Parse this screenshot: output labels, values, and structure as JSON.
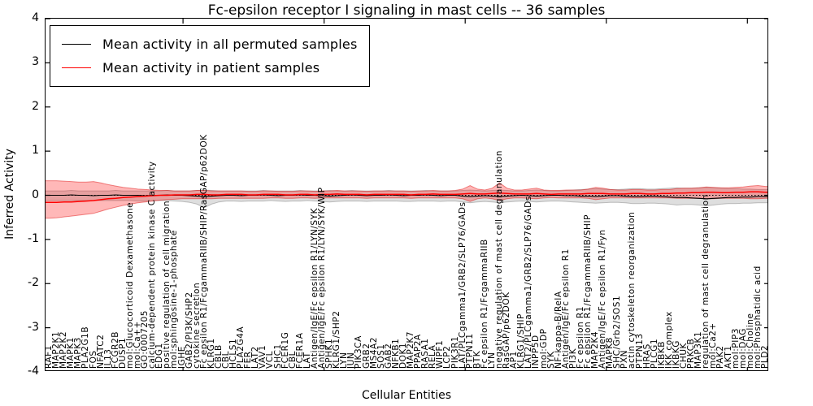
{
  "title": "Fc-epsilon receptor I signaling in mast cells -- 36 samples",
  "axes": {
    "ylabel": "Inferred Activity",
    "xlabel": "Cellular Entities",
    "yticks": [
      "4",
      "3",
      "2",
      "1",
      "0",
      "-1",
      "-2",
      "-3",
      "-4"
    ],
    "ylim": [
      -4,
      4
    ]
  },
  "legend": {
    "items": [
      {
        "label": "Mean activity in all permuted samples",
        "color": "#000000"
      },
      {
        "label": "Mean activity in patient samples",
        "color": "#ff0000"
      }
    ]
  },
  "colors": {
    "permuted_line": "#000000",
    "permuted_band": "rgba(0,0,0,0.13)",
    "permuted_band_edge": "rgba(0,0,0,0.22)",
    "patient_line": "#ff0000",
    "patient_band": "rgba(255,0,0,0.28)",
    "patient_band_edge": "rgba(220,0,0,0.45)",
    "zero_line": "#000000"
  },
  "chart_data": {
    "type": "line",
    "title": "Fc-epsilon receptor I signaling in mast cells -- 36 samples",
    "xlabel": "Cellular Entities",
    "ylabel": "Inferred Activity",
    "ylim": [
      -4,
      4
    ],
    "grid": false,
    "legend_position": "upper left",
    "zero_reference_line": true,
    "categories": [
      "RAF1",
      "MAP2K1",
      "MAP2K2",
      "MAPK1",
      "MAPK3",
      "PLA2G1B",
      "FOS",
      "NFATC2",
      "IL13",
      "FCGR2B",
      "DUSP1",
      "mol:Glucocorticoid Dexamethasone",
      "mol:Ca++",
      "GO:0007205",
      "calcium-dependent protein kinase C activity",
      "EDG1",
      "positive regulation of cell migration",
      "mol:sphingosine-1-phosphate",
      "IGHE",
      "GAB2/PI3K/SHP2",
      "cytokine secretion",
      "Fc epsilon R1/FcgammaRIIB/SHIP/RasGAP/p62DOK",
      "KLRG1",
      "CBLB",
      "CBL",
      "HCLS1",
      "PLA2G4A",
      "FER",
      "LAT2",
      "VAV1",
      "VCL",
      "SHC1",
      "FCER1G",
      "CBL",
      "FCER1A",
      "LAT",
      "Antigen/IgE/Fc epsilon R1/LYN/SYK",
      "Antigen/IgE/Fc epsilon R1/LYN/SYK/WIP",
      "SPHK1",
      "KLRG1/SHP2",
      "LYN",
      "JUN",
      "PIK3CA",
      "GRB2",
      "MS4A2",
      "SOS1",
      "GAB2",
      "NFKB1",
      "DOK1",
      "MAP2K7",
      "PPAP2A",
      "RASA1",
      "RELA",
      "WIPF1",
      "LCP2",
      "PIK3R1",
      "LAT/PLCgamma1/GRB2/SLP76/GADs",
      "PTPN11",
      "BTK",
      "Fc epsilon R1/FcgammaRIIB",
      "LYN",
      "negative regulation of mast cell degranulation",
      "RasGAP/p62DOK",
      "AP1",
      "KLRG1/SHIP",
      "LAT2/PLCgamma1/GRB2/SLP76/GADs",
      "INPP5D",
      "mol:GDP",
      "SYK",
      "NF-kappa-B/RelA",
      "Antigen/IgE/Fc epsilon R1",
      "PI3K",
      "Fc epsilon R1",
      "Fc epsilon R1/FcgammaRIIB/SHIP",
      "MAP2K4",
      "Antigen/IgE/Fc epsilon R1/Fyn",
      "MAPK8",
      "SHC/Grb2/SOS1",
      "PXN",
      "actin cytoskeleton reorganization",
      "PTPN13",
      "HRAS",
      "PLCG1",
      "IKBKB",
      "IKK complex",
      "IKBKG",
      "CHUK",
      "PRKCB",
      "MAP3K1",
      "regulation of mast cell degranulation",
      "mol:Ca2+",
      "PAK2",
      "AKT1",
      "mol:PIP3",
      "mol:DAG",
      "mol:Choline",
      "mol:Phosphatidic acid",
      "PLD2"
    ],
    "series": [
      {
        "name": "Mean activity in all permuted samples",
        "color": "#000000",
        "values": [
          0,
          0,
          0,
          0.01,
          0,
          0,
          -0.01,
          0,
          0,
          0.01,
          0,
          0,
          0,
          -0.01,
          0,
          0,
          0.01,
          0,
          0,
          -0.01,
          -0.02,
          -0.03,
          -0.02,
          -0.01,
          0,
          0,
          -0.01,
          0,
          0,
          0.01,
          0,
          -0.01,
          0,
          0,
          0.01,
          0,
          0,
          -0.01,
          -0.02,
          -0.01,
          0,
          0.01,
          0,
          -0.01,
          0,
          0,
          0.01,
          0,
          -0.01,
          0,
          0,
          0.01,
          0,
          -0.01,
          0,
          0,
          -0.02,
          -0.03,
          -0.02,
          -0.01,
          -0.02,
          -0.03,
          -0.02,
          -0.01,
          0,
          -0.01,
          -0.02,
          -0.01,
          0,
          0,
          -0.01,
          -0.01,
          -0.02,
          -0.02,
          -0.03,
          -0.02,
          -0.01,
          -0.01,
          -0.02,
          -0.03,
          -0.03,
          -0.02,
          -0.02,
          -0.03,
          -0.04,
          -0.05,
          -0.05,
          -0.06,
          -0.07,
          -0.08,
          -0.07,
          -0.06,
          -0.05,
          -0.05,
          -0.04,
          -0.04,
          -0.03,
          -0.03
        ],
        "band_upper": [
          0.1,
          0.1,
          0.1,
          0.11,
          0.1,
          0.1,
          0.1,
          0.1,
          0.1,
          0.11,
          0.1,
          0.1,
          0.1,
          0.1,
          0.1,
          0.1,
          0.11,
          0.1,
          0.1,
          0.1,
          0.11,
          0.12,
          0.11,
          0.1,
          0.1,
          0.1,
          0.1,
          0.1,
          0.1,
          0.11,
          0.1,
          0.1,
          0.1,
          0.1,
          0.11,
          0.1,
          0.1,
          0.1,
          0.11,
          0.1,
          0.1,
          0.11,
          0.1,
          0.1,
          0.1,
          0.1,
          0.11,
          0.1,
          0.1,
          0.1,
          0.1,
          0.11,
          0.1,
          0.1,
          0.1,
          0.1,
          0.11,
          0.12,
          0.11,
          0.1,
          0.11,
          0.12,
          0.11,
          0.1,
          0.1,
          0.11,
          0.12,
          0.11,
          0.1,
          0.1,
          0.11,
          0.12,
          0.13,
          0.14,
          0.15,
          0.14,
          0.13,
          0.13,
          0.14,
          0.15,
          0.15,
          0.14,
          0.14,
          0.15,
          0.16,
          0.17,
          0.16,
          0.16,
          0.17,
          0.18,
          0.17,
          0.16,
          0.15,
          0.15,
          0.14,
          0.14,
          0.13,
          0.13
        ],
        "band_lower": [
          -0.12,
          -0.12,
          -0.12,
          -0.12,
          -0.12,
          -0.12,
          -0.12,
          -0.12,
          -0.12,
          -0.12,
          -0.12,
          -0.12,
          -0.13,
          -0.13,
          -0.12,
          -0.12,
          -0.12,
          -0.13,
          -0.14,
          -0.16,
          -0.2,
          -0.28,
          -0.2,
          -0.15,
          -0.13,
          -0.13,
          -0.14,
          -0.13,
          -0.13,
          -0.13,
          -0.12,
          -0.13,
          -0.14,
          -0.13,
          -0.13,
          -0.12,
          -0.13,
          -0.14,
          -0.15,
          -0.14,
          -0.13,
          -0.13,
          -0.13,
          -0.14,
          -0.13,
          -0.13,
          -0.13,
          -0.13,
          -0.14,
          -0.14,
          -0.13,
          -0.13,
          -0.13,
          -0.14,
          -0.13,
          -0.13,
          -0.15,
          -0.17,
          -0.15,
          -0.14,
          -0.15,
          -0.17,
          -0.15,
          -0.14,
          -0.13,
          -0.14,
          -0.15,
          -0.14,
          -0.13,
          -0.13,
          -0.14,
          -0.15,
          -0.16,
          -0.17,
          -0.18,
          -0.17,
          -0.16,
          -0.16,
          -0.17,
          -0.19,
          -0.19,
          -0.18,
          -0.18,
          -0.19,
          -0.2,
          -0.22,
          -0.21,
          -0.21,
          -0.22,
          -0.24,
          -0.22,
          -0.2,
          -0.19,
          -0.19,
          -0.18,
          -0.18,
          -0.17,
          -0.17
        ]
      },
      {
        "name": "Mean activity in patient samples",
        "color": "#ff0000",
        "values": [
          -0.16,
          -0.16,
          -0.15,
          -0.15,
          -0.14,
          -0.13,
          -0.12,
          -0.1,
          -0.08,
          -0.07,
          -0.05,
          -0.04,
          -0.03,
          -0.02,
          -0.01,
          0,
          0,
          0.01,
          0.01,
          0.01,
          0.02,
          0.02,
          0.01,
          0.01,
          0.02,
          0.02,
          0.02,
          0.01,
          0.01,
          0.02,
          0.02,
          0.02,
          0.01,
          0.01,
          0.02,
          0.02,
          0.01,
          0.02,
          0.02,
          0.03,
          0.02,
          0.02,
          0.02,
          0.01,
          0.02,
          0.02,
          0.02,
          0.02,
          0.02,
          0.01,
          0.02,
          0.02,
          0.03,
          0.02,
          0.02,
          0.02,
          0.03,
          0.04,
          0.03,
          0.03,
          0.04,
          0.05,
          0.04,
          0.03,
          0.03,
          0.03,
          0.04,
          0.03,
          0.02,
          0.03,
          0.03,
          0.03,
          0.03,
          0.04,
          0.04,
          0.04,
          0.03,
          0.03,
          0.03,
          0.04,
          0.04,
          0.03,
          0.03,
          0.04,
          0.04,
          0.05,
          0.05,
          0.06,
          0.06,
          0.07,
          0.07,
          0.06,
          0.06,
          0.07,
          0.07,
          0.08,
          0.08,
          0.07
        ],
        "band_upper": [
          0.33,
          0.33,
          0.32,
          0.31,
          0.3,
          0.3,
          0.31,
          0.28,
          0.24,
          0.21,
          0.18,
          0.16,
          0.14,
          0.13,
          0.12,
          0.11,
          0.11,
          0.1,
          0.1,
          0.1,
          0.11,
          0.11,
          0.1,
          0.1,
          0.1,
          0.1,
          0.1,
          0.09,
          0.09,
          0.1,
          0.1,
          0.09,
          0.09,
          0.09,
          0.1,
          0.1,
          0.09,
          0.1,
          0.1,
          0.11,
          0.1,
          0.1,
          0.1,
          0.09,
          0.1,
          0.1,
          0.1,
          0.1,
          0.1,
          0.09,
          0.1,
          0.1,
          0.11,
          0.1,
          0.1,
          0.11,
          0.14,
          0.22,
          0.14,
          0.12,
          0.16,
          0.28,
          0.16,
          0.12,
          0.12,
          0.14,
          0.16,
          0.12,
          0.11,
          0.11,
          0.12,
          0.12,
          0.12,
          0.14,
          0.18,
          0.16,
          0.13,
          0.12,
          0.12,
          0.13,
          0.13,
          0.12,
          0.12,
          0.13,
          0.13,
          0.15,
          0.16,
          0.16,
          0.17,
          0.19,
          0.18,
          0.17,
          0.17,
          0.18,
          0.19,
          0.21,
          0.22,
          0.2
        ],
        "band_lower": [
          -0.52,
          -0.51,
          -0.49,
          -0.47,
          -0.45,
          -0.43,
          -0.41,
          -0.36,
          -0.31,
          -0.27,
          -0.23,
          -0.2,
          -0.17,
          -0.15,
          -0.13,
          -0.11,
          -0.1,
          -0.09,
          -0.08,
          -0.08,
          -0.08,
          -0.08,
          -0.08,
          -0.07,
          -0.07,
          -0.07,
          -0.07,
          -0.07,
          -0.07,
          -0.07,
          -0.06,
          -0.06,
          -0.07,
          -0.07,
          -0.06,
          -0.06,
          -0.07,
          -0.06,
          -0.06,
          -0.06,
          -0.06,
          -0.06,
          -0.06,
          -0.07,
          -0.06,
          -0.06,
          -0.06,
          -0.06,
          -0.06,
          -0.07,
          -0.06,
          -0.06,
          -0.06,
          -0.06,
          -0.06,
          -0.06,
          -0.08,
          -0.14,
          -0.08,
          -0.06,
          -0.08,
          -0.12,
          -0.08,
          -0.06,
          -0.06,
          -0.07,
          -0.08,
          -0.06,
          -0.05,
          -0.06,
          -0.06,
          -0.06,
          -0.06,
          -0.07,
          -0.1,
          -0.08,
          -0.06,
          -0.06,
          -0.06,
          -0.06,
          -0.06,
          -0.06,
          -0.06,
          -0.06,
          -0.06,
          -0.07,
          -0.07,
          -0.07,
          -0.07,
          -0.08,
          -0.08,
          -0.07,
          -0.07,
          -0.07,
          -0.07,
          -0.08,
          -0.08,
          -0.07
        ]
      }
    ]
  }
}
